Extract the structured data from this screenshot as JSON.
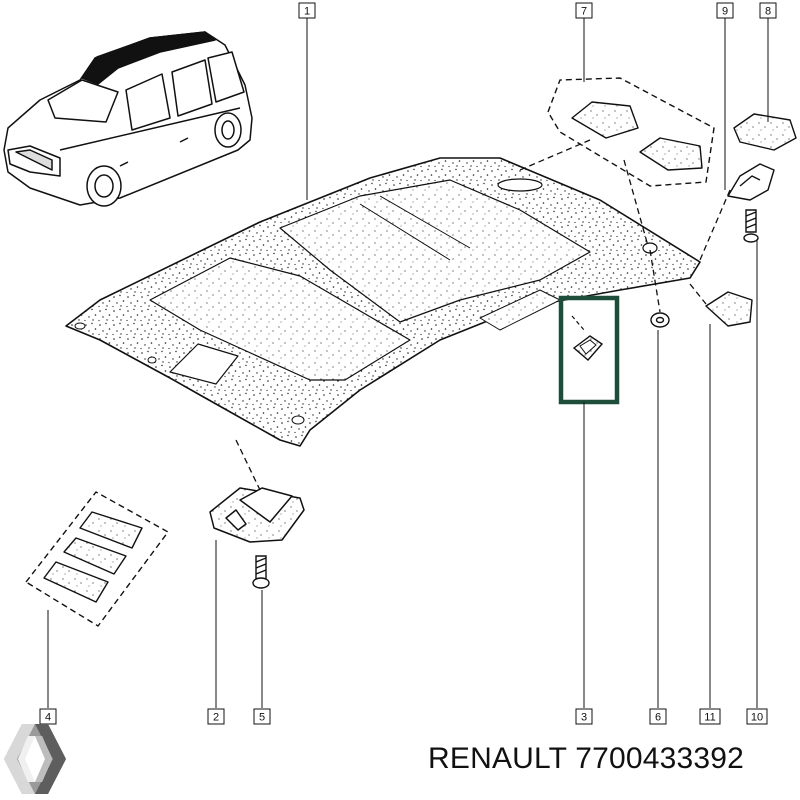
{
  "caption": {
    "brand": "RENAULT",
    "part_number": "7700433392"
  },
  "callouts": [
    "1",
    "2",
    "3",
    "4",
    "5",
    "6",
    "7",
    "8",
    "9",
    "10",
    "11"
  ],
  "logo": {
    "name": "renault-diamond-logo"
  },
  "colors": {
    "highlight": "#1f4d3c",
    "line": "#111111"
  }
}
